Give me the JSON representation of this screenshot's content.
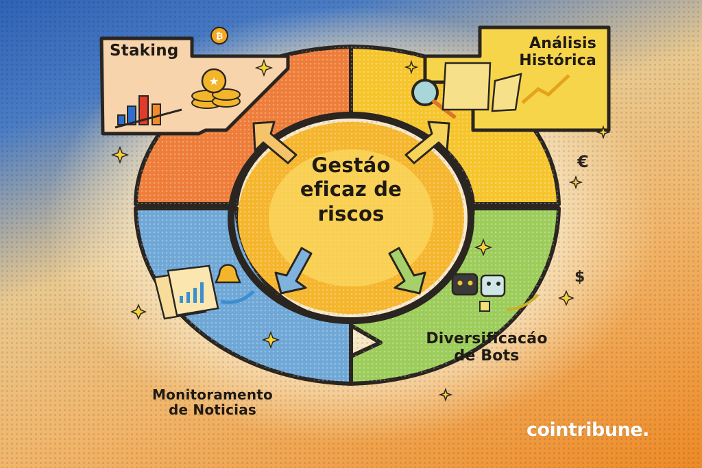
{
  "diagram": {
    "title": "Gestáo eficaz de riscos",
    "center": {
      "lines": [
        "Gestáo",
        "eficaz de",
        "riscos"
      ],
      "color": "#f5b52c"
    },
    "segments": [
      {
        "id": "staking",
        "label": "Staking",
        "color": "#ee7d3a",
        "position": "top-left",
        "icon": "coins-bar-chart-icon"
      },
      {
        "id": "analisis",
        "label_lines": [
          "Análisis",
          "Histórica"
        ],
        "color": "#f6c52c",
        "position": "top-right",
        "icon": "magnifier-document-icon"
      },
      {
        "id": "bots",
        "label_lines": [
          "Diversificacáo",
          "de Bots"
        ],
        "color": "#9ccc5a",
        "position": "bottom-right",
        "icon": "robots-icon"
      },
      {
        "id": "noticias",
        "label_lines": [
          "Monitoramento",
          "de Noticias"
        ],
        "color": "#6fa7d6",
        "position": "bottom-left",
        "icon": "news-bell-icon"
      }
    ],
    "flow": "clockwise",
    "currency_symbols": [
      "€",
      "$",
      "₿"
    ]
  },
  "brand": {
    "name": "cointribune."
  },
  "colors": {
    "outline": "#2a2520",
    "bg_blue": "#2f63b6",
    "bg_orange": "#ee8a26",
    "bg_cream": "#fbf1dc"
  }
}
